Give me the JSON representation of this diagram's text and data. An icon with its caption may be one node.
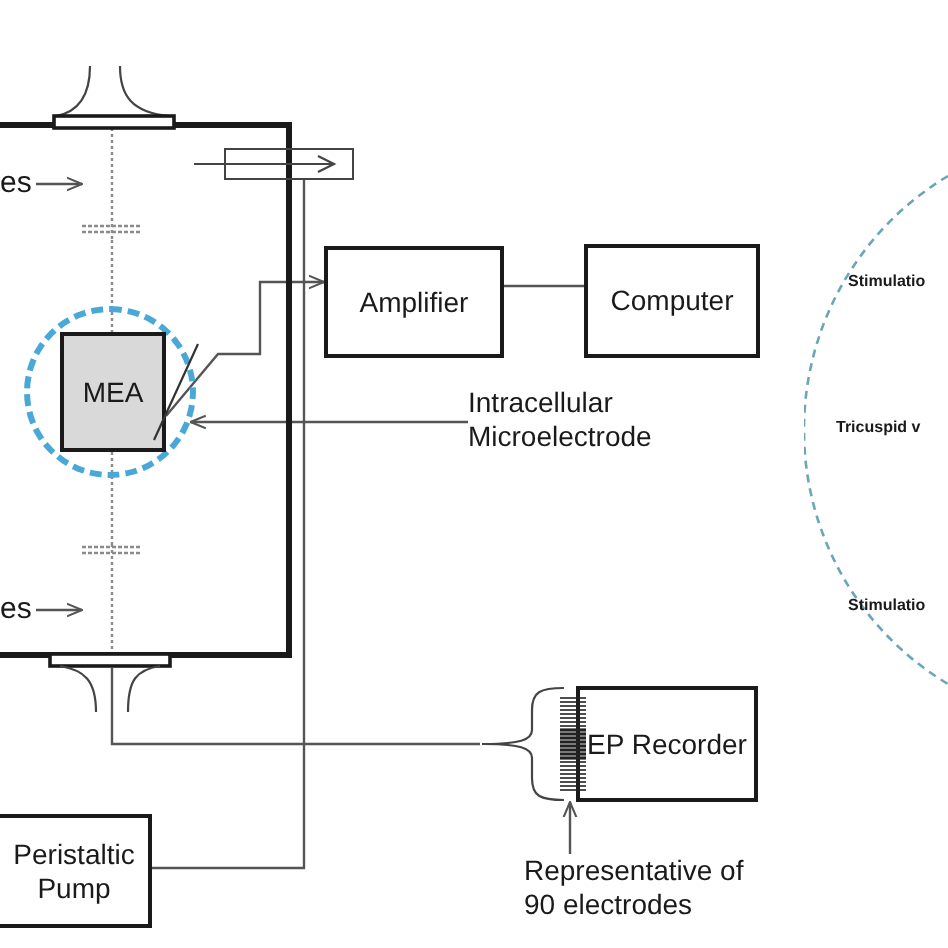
{
  "diagram": {
    "nodes": [
      {
        "text": [],
        "shape": "box"
      },
      {
        "text": [
          "es"
        ],
        "in": 0
      },
      {
        "text": [],
        "shape": "bar",
        "in": 0
      },
      {
        "text": [],
        "shape": "tube"
      },
      {
        "text": [],
        "shape": "circle",
        "in": 0
      },
      {
        "text": [
          "MEA"
        ],
        "in": 4
      },
      {
        "text": [],
        "shape": "bar",
        "in": 0
      },
      {
        "text": [
          "es"
        ],
        "in": 0
      },
      {
        "text": [],
        "shape": "funnel"
      },
      {
        "text": [
          "Amplifier"
        ]
      },
      {
        "text": [
          "Computer"
        ]
      },
      {
        "text": [
          "Intracellular Microelectrode"
        ]
      },
      {
        "text": [
          "Stimulatio",
          "Tricuspid v",
          "Stimulatio"
        ]
      },
      {
        "text": [],
        "shape": "bars"
      },
      {
        "text": [
          "EP Recorder"
        ]
      },
      {
        "text": [
          "Peristaltic Pump"
        ]
      },
      {
        "text": [
          "Representative of 90 electrodes"
        ]
      }
    ],
    "edges": [
      {
        "from": 1,
        "to": 2,
        "arrow": "to"
      },
      {
        "from": 2,
        "to": 5,
        "arrow": "none",
        "style": "dashed"
      },
      {
        "from": 5,
        "to": 6,
        "arrow": "none",
        "style": "dashed"
      },
      {
        "from": 7,
        "to": 6,
        "arrow": "to"
      },
      {
        "from": 3,
        "to": 15,
        "arrow": "none"
      },
      {
        "from": 5,
        "to": 9,
        "arrow": "to"
      },
      {
        "from": 9,
        "to": 10,
        "arrow": "none"
      },
      {
        "from": 11,
        "to": 4,
        "arrow": "to"
      },
      {
        "from": 8,
        "to": 13,
        "arrow": "none"
      },
      {
        "from": 16,
        "to": 13,
        "arrow": "to"
      }
    ]
  }
}
